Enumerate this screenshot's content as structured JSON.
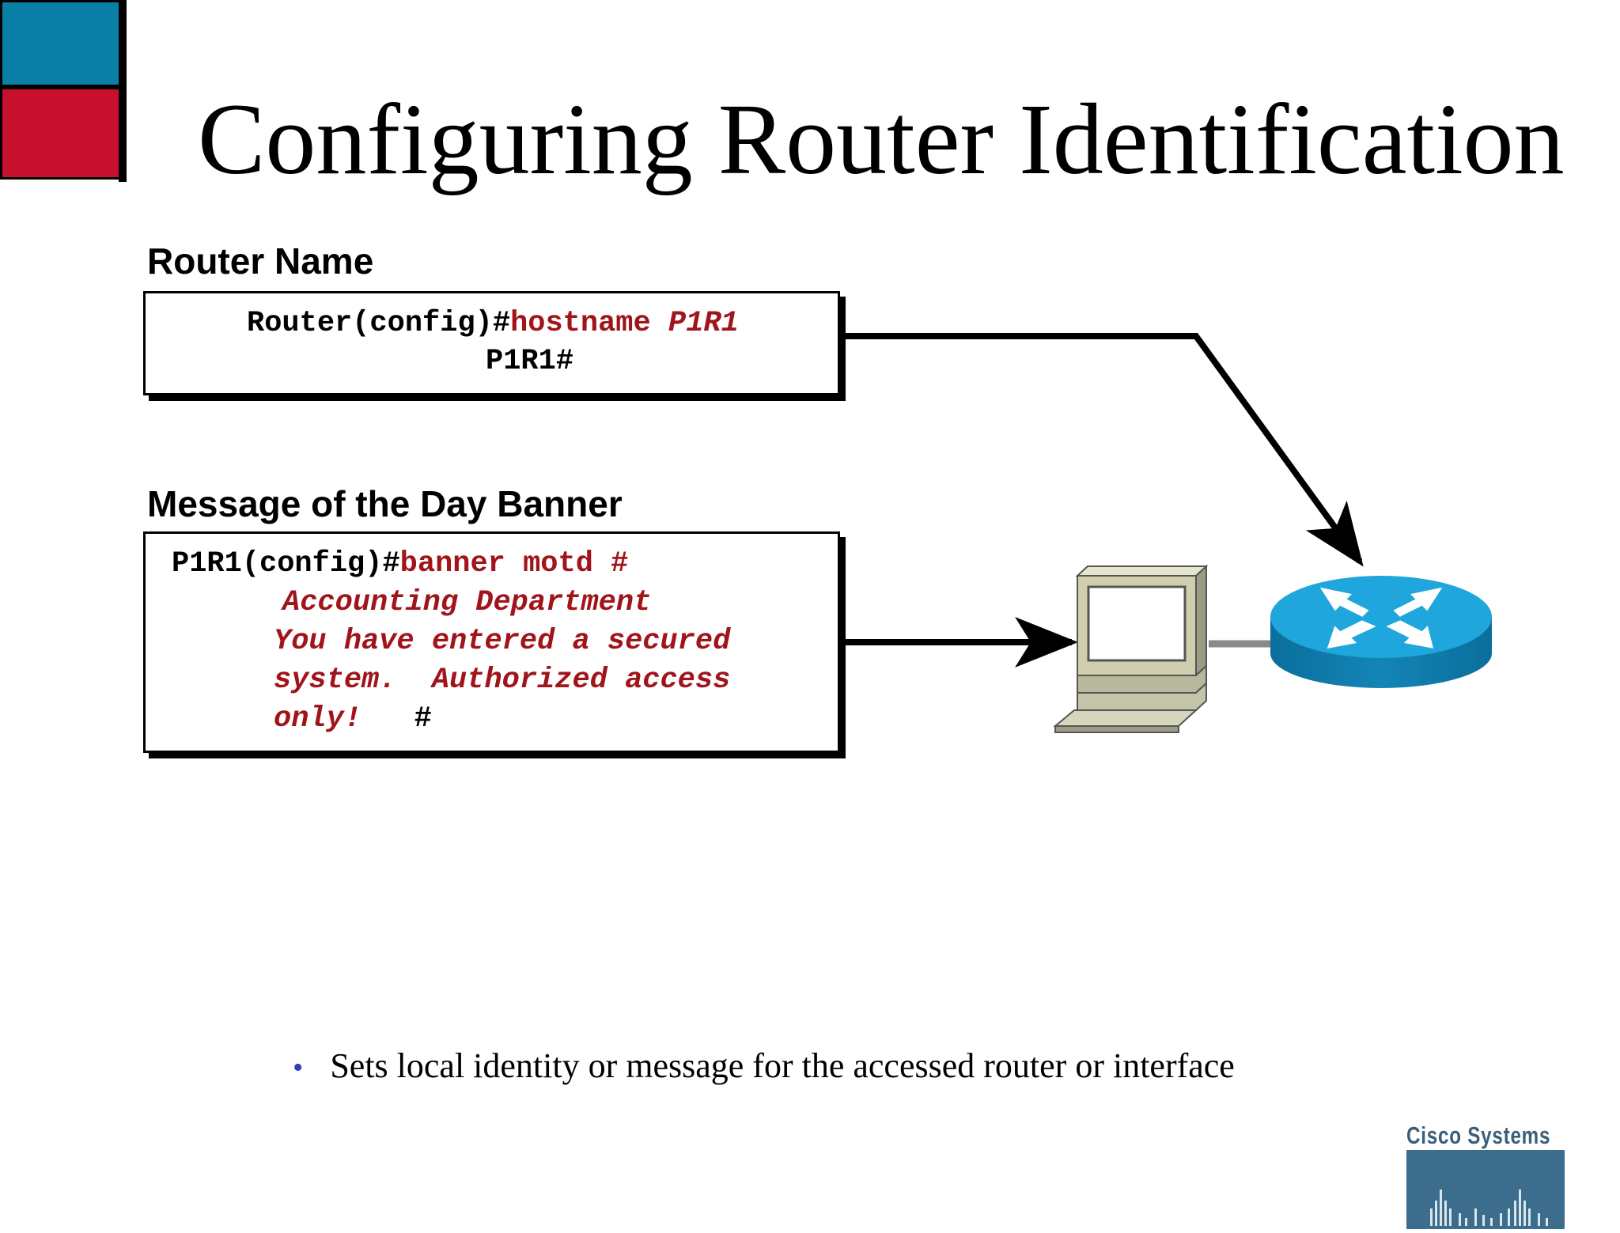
{
  "title": "Configuring Router Identification",
  "router_name": {
    "label": "Router Name",
    "line1_prompt": "Router(config)#",
    "line1_command": "hostname ",
    "line1_arg": "P1R1",
    "line2": "P1R1#"
  },
  "motd": {
    "label": "Message of the Day Banner",
    "line1_prompt": "P1R1(config)#",
    "line1_command": "banner motd #",
    "line2": "Accounting Department",
    "line3": "You have entered a secured",
    "line4": "system.  Authorized access",
    "line5_text": "only!",
    "line5_delim": "#"
  },
  "bullet": "Sets local identity or message for the accessed router or interface",
  "logo": {
    "text": "Cisco Systems"
  },
  "colors": {
    "accent_blue": "#0a80a6",
    "accent_red": "#c8102e",
    "code_red": "#a0141a",
    "router_blue": "#1b9fd4"
  },
  "icons": [
    "terminal-icon",
    "router-icon",
    "cisco-logo"
  ]
}
